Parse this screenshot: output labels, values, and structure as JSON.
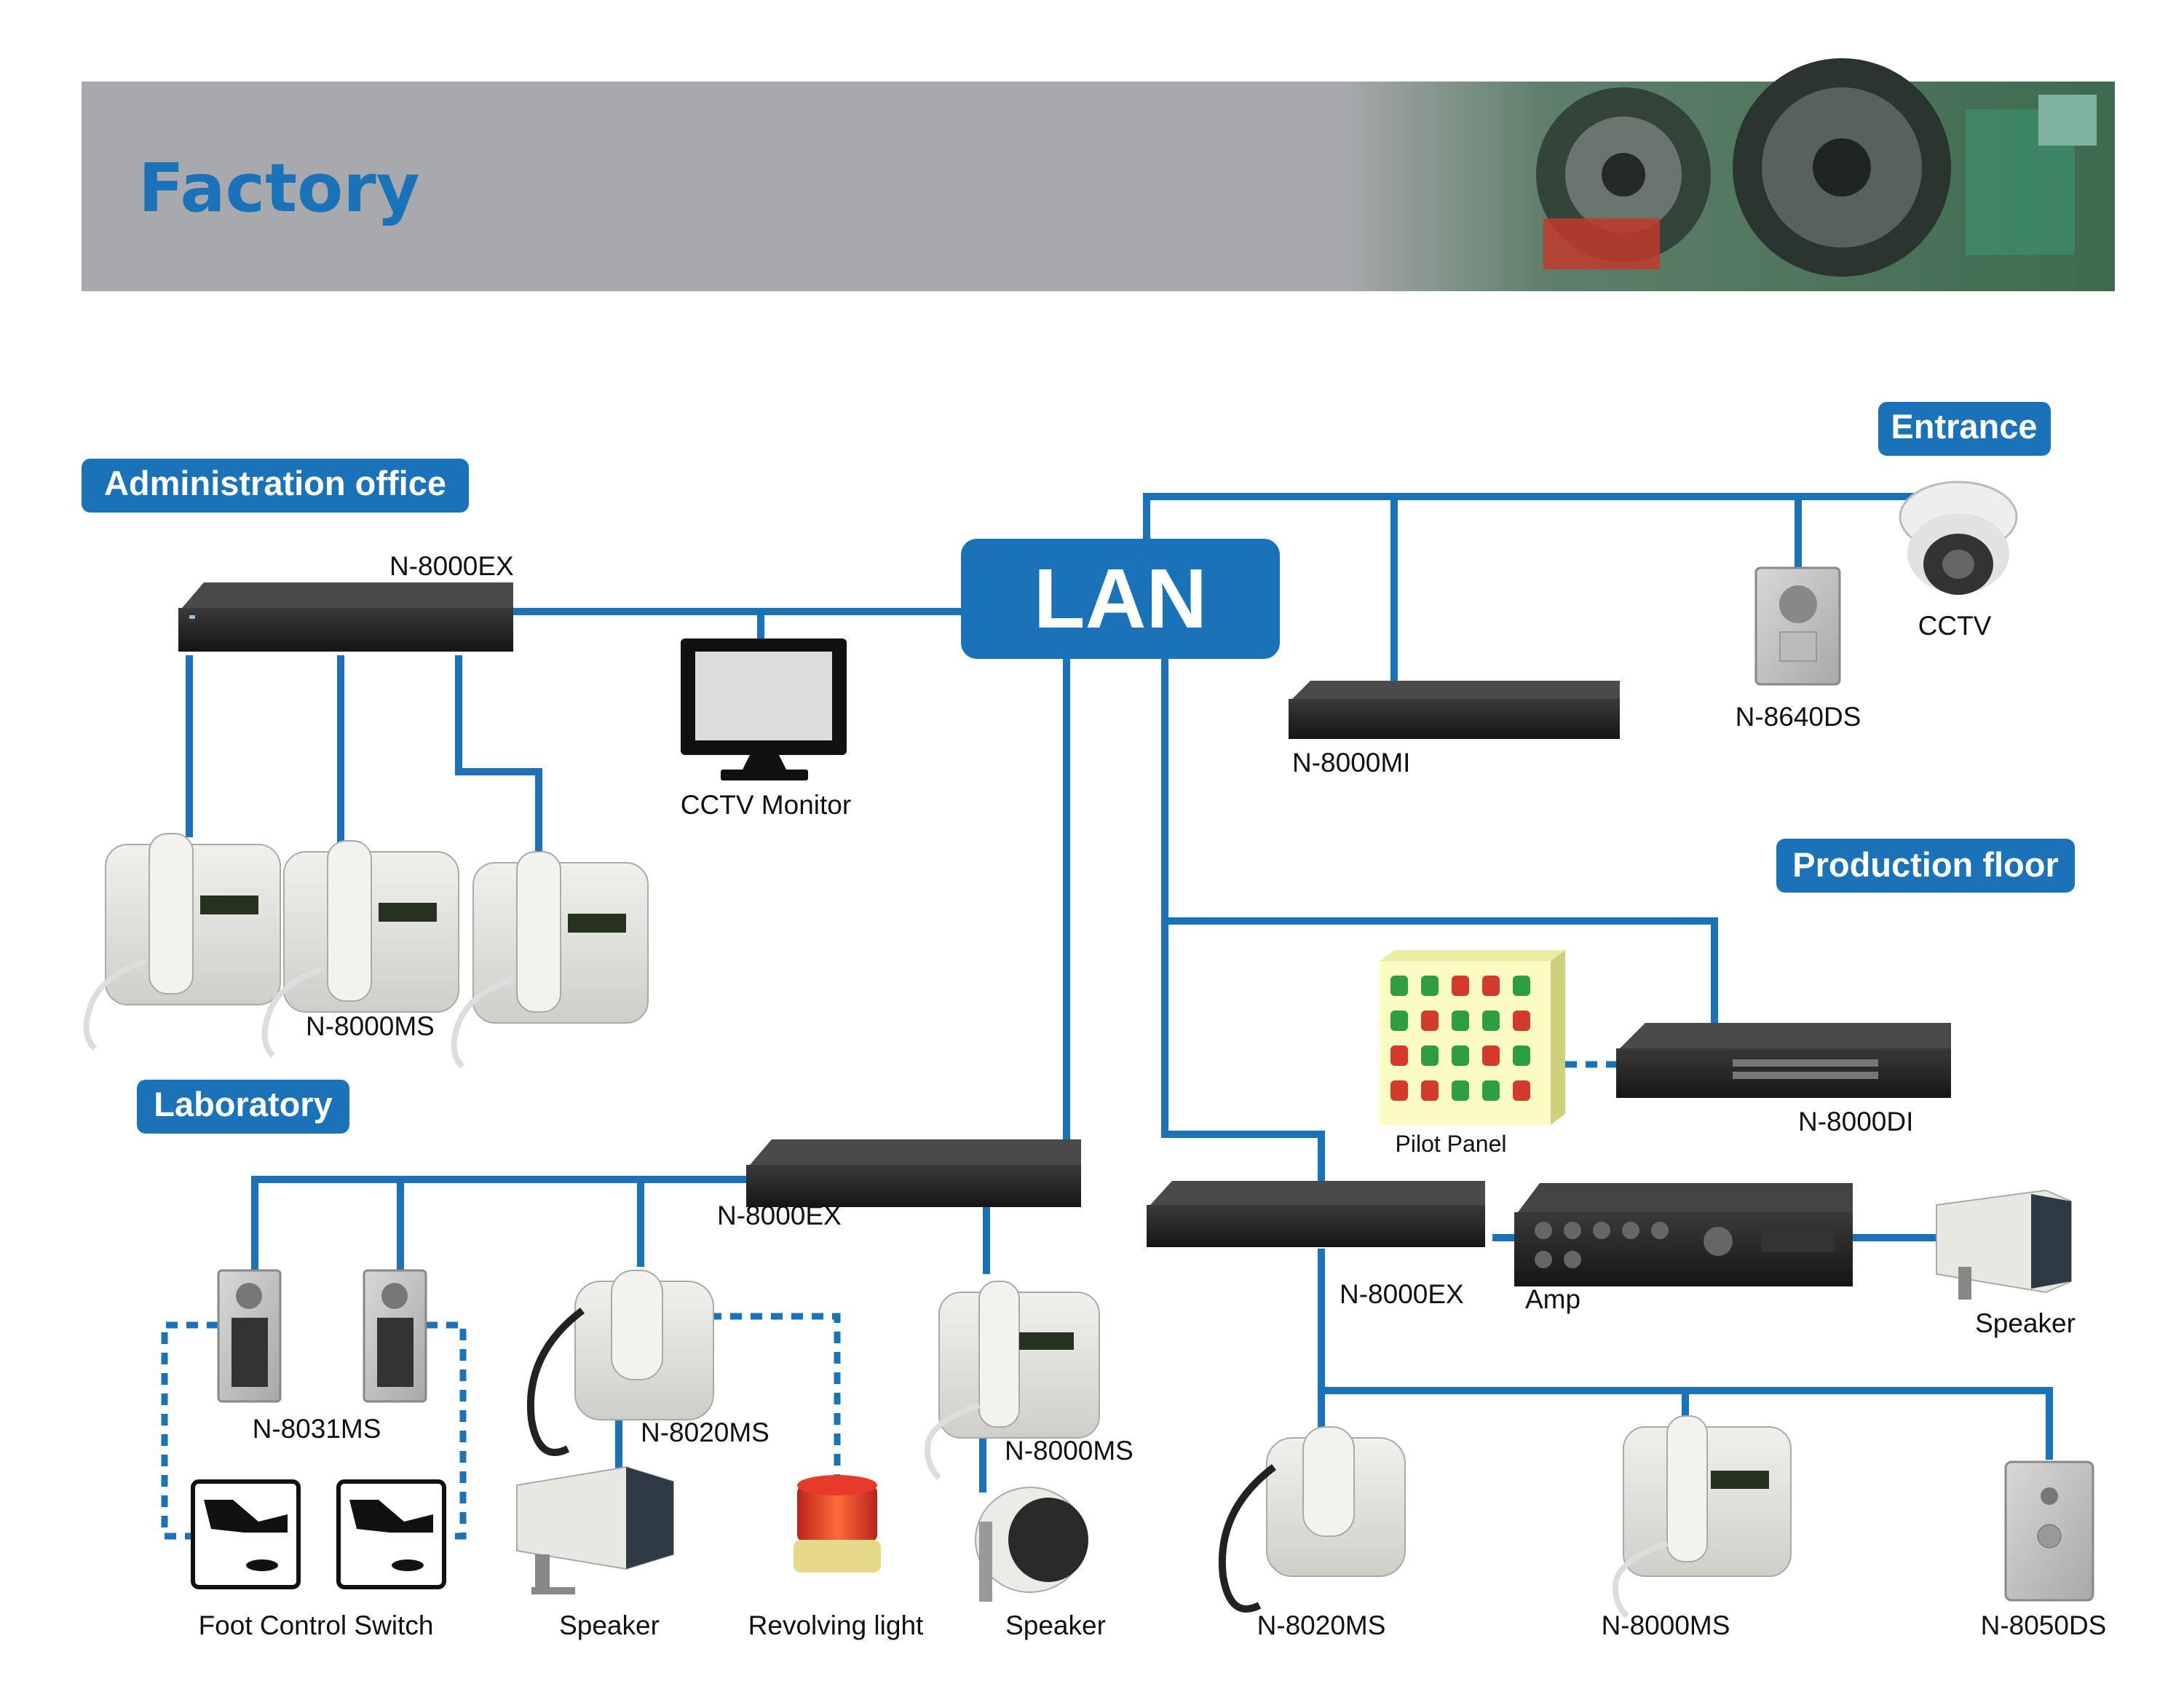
{
  "title": "Factory",
  "zones": {
    "admin": "Administration office",
    "entrance": "Entrance",
    "production": "Production floor",
    "laboratory": "Laboratory"
  },
  "hub": "LAN",
  "devices": {
    "admin_ex": "N-8000EX",
    "cctv_monitor": "CCTV Monitor",
    "admin_ms": "N-8000MS",
    "mi": "N-8000MI",
    "ds8640": "N-8640DS",
    "cctv": "CCTV",
    "pilot_panel": "Pilot Panel",
    "di": "N-8000DI",
    "lab_ex": "N-8000EX",
    "prod_ex": "N-8000EX",
    "amp": "Amp",
    "prod_speaker": "Speaker",
    "ms8031": "N-8031MS",
    "lab_ms8020": "N-8020MS",
    "lab_ms8000": "N-8000MS",
    "foot_switch": "Foot Control Switch",
    "lab_speaker1": "Speaker",
    "revolving_light": "Revolving light",
    "lab_speaker2": "Speaker",
    "prod_ms8020": "N-8020MS",
    "prod_ms8000": "N-8000MS",
    "ds8050": "N-8050DS"
  },
  "colors": {
    "accent": "#1a73b8",
    "header_band": "#a7a9ac",
    "device_dark": "#2b2b2b",
    "phone_body": "#e6e6e0"
  }
}
